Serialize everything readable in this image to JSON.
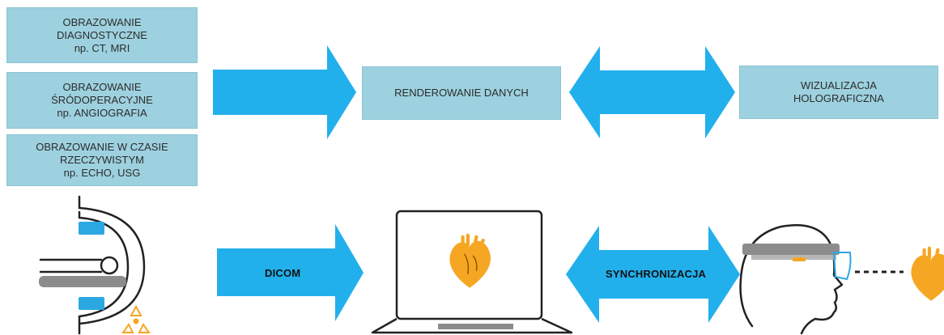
{
  "sources": [
    {
      "lines": [
        "OBRAZOWANIE",
        "DIAGNOSTYCZNE",
        "np. CT, MRI"
      ]
    },
    {
      "lines": [
        "OBRAZOWANIE",
        "ŚRÓDOPERACYJNE",
        "np. ANGIOGRAFIA"
      ]
    },
    {
      "lines": [
        "OBRAZOWANIE W CZASIE",
        "RZECZYWISTYM",
        "np. ECHO, USG"
      ]
    }
  ],
  "rendering_box": {
    "label": "RENDEROWANIE DANYCH"
  },
  "hologram_box": {
    "lines": [
      "WIZUALIZACJA",
      "HOLOGRAFICZNA"
    ]
  },
  "arrows": {
    "dicom_label": "DICOM",
    "sync_label": "SYNCHRONIZACJA"
  },
  "colors": {
    "box_fill": "#9dd1df",
    "arrow_fill": "#22b0ec",
    "heart_fill": "#f5a623",
    "device_accent": "#2ba8e2",
    "line_dark": "#222222",
    "gray": "#8c8c8c"
  },
  "icons": {
    "scanner": "ct-scanner-icon",
    "radiation": "radiation-icon",
    "laptop": "laptop-icon",
    "heart": "heart-icon",
    "headset": "hologram-headset-icon"
  }
}
